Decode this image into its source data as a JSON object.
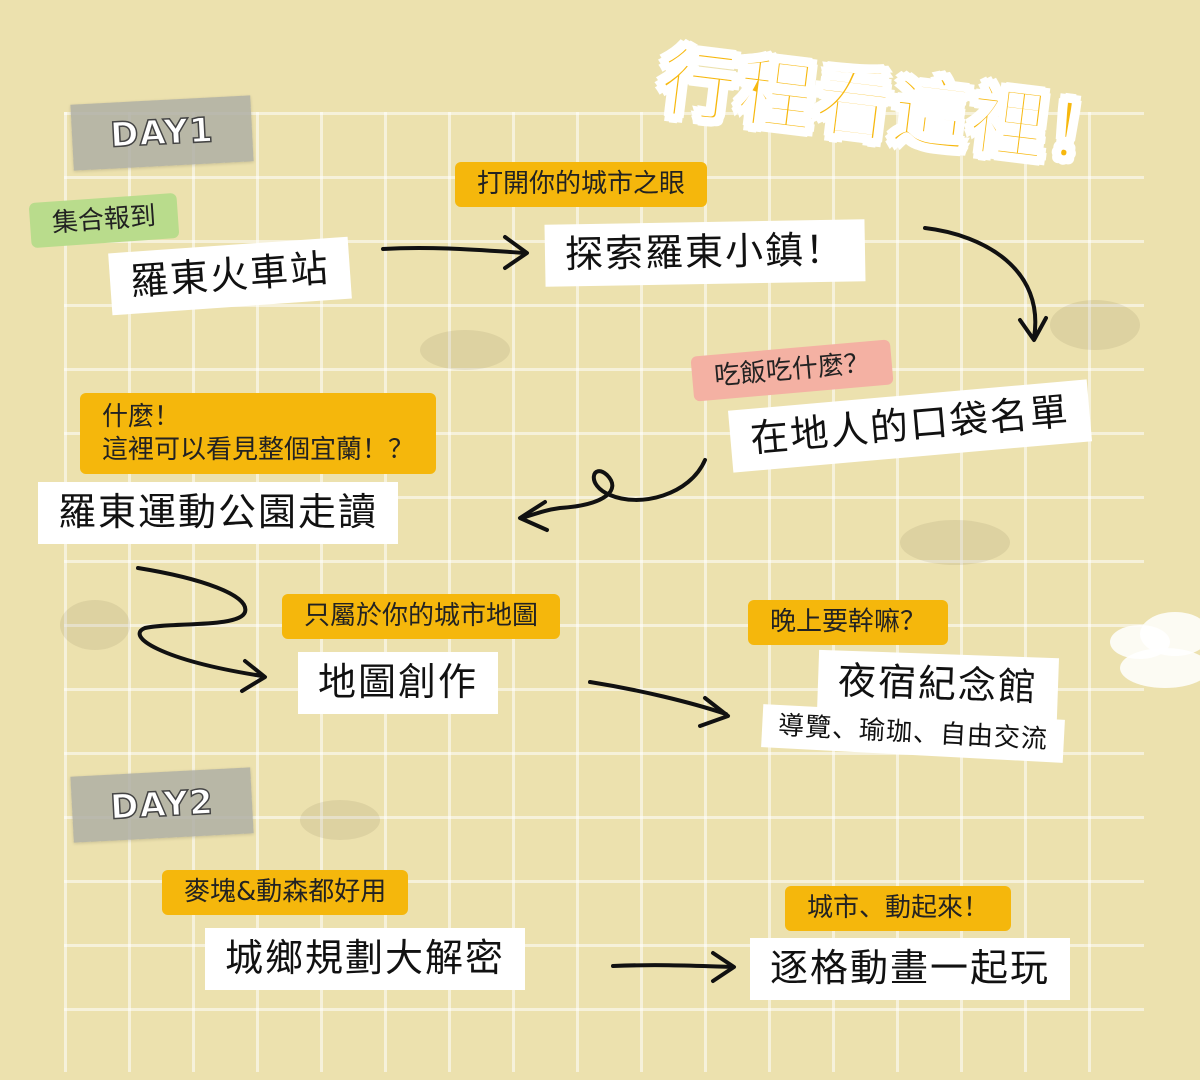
{
  "title": "行程看這裡！",
  "day1": {
    "label": "DAY1",
    "stops": {
      "station": {
        "tag": "集合報到",
        "name": "羅東火車站"
      },
      "explore": {
        "tag": "打開你的城市之眼",
        "name": "探索羅東小鎮！"
      },
      "food": {
        "tag": "吃飯吃什麼？",
        "name": "在地人的口袋名單"
      },
      "park": {
        "tag_line1": "什麼！",
        "tag_line2": "這裡可以看見整個宜蘭！？",
        "name": "羅東運動公園走讀"
      },
      "map": {
        "tag": "只屬於你的城市地圖",
        "name": "地圖創作"
      },
      "night": {
        "tag": "晚上要幹嘛？",
        "name": "夜宿紀念館",
        "sub": "導覽、瑜珈、自由交流"
      }
    }
  },
  "day2": {
    "label": "DAY2",
    "stops": {
      "planning": {
        "tag": "麥塊&動森都好用",
        "name": "城鄉規劃大解密"
      },
      "animation": {
        "tag": "城市、動起來！",
        "name": "逐格動畫一起玩"
      }
    }
  },
  "colors": {
    "background": "#ece1ae",
    "tag_yellow": "#f5b70c",
    "tag_green": "#b9dc8c",
    "tag_pink": "#f4b1a3",
    "title": "#f7b80e"
  }
}
